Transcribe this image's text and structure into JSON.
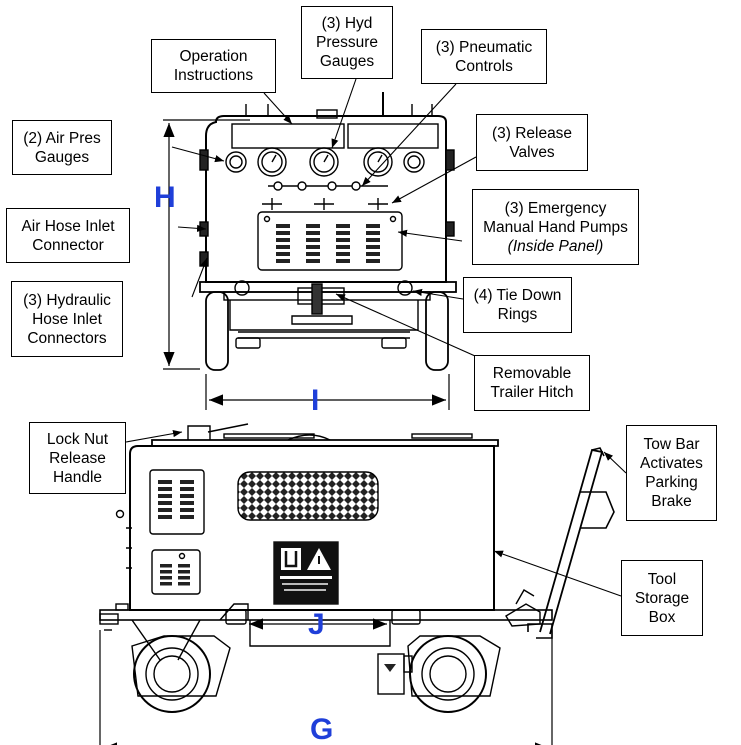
{
  "callouts": {
    "operation_instructions": [
      "Operation",
      "Instructions"
    ],
    "hyd_pressure_gauges": [
      "(3) Hyd",
      "Pressure",
      "Gauges"
    ],
    "pneumatic_controls": [
      "(3) Pneumatic",
      "Controls"
    ],
    "air_pres_gauges": [
      "(2) Air Pres",
      "Gauges"
    ],
    "release_valves": [
      "(3) Release",
      "Valves"
    ],
    "air_hose_inlet": [
      "Air Hose Inlet",
      "Connector"
    ],
    "emergency_pumps": [
      "(3) Emergency",
      "Manual Hand Pumps",
      "(Inside Panel)"
    ],
    "hydraulic_hose_inlet": [
      "(3) Hydraulic",
      "Hose Inlet",
      "Connectors"
    ],
    "tie_down_rings": [
      "(4) Tie Down",
      "Rings"
    ],
    "trailer_hitch": [
      "Removable",
      "Trailer Hitch"
    ],
    "lock_nut": [
      "Lock Nut",
      "Release",
      "Handle"
    ],
    "tow_bar": [
      "Tow Bar",
      "Activates",
      "Parking",
      "Brake"
    ],
    "tool_storage": [
      "Tool",
      "Storage",
      "Box"
    ]
  },
  "dimensions": {
    "H": "H",
    "I": "I",
    "J": "J",
    "G": "G"
  },
  "colors": {
    "dimension_label": "#1f3fd9",
    "line": "#000000"
  }
}
